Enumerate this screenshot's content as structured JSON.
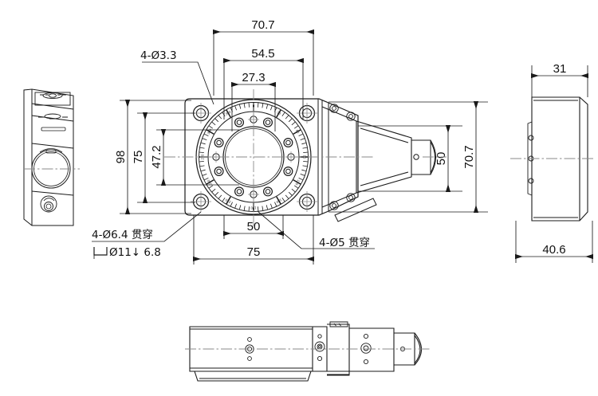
{
  "drawing": {
    "title": "Motorized Rotary Stage Orthographic Drawing",
    "background": "#ffffff",
    "line_color": "#1a1a1a",
    "centerline_color": "#8a8a8a",
    "units": "mm"
  },
  "dimensions": {
    "top_outer": "70.7",
    "top_mid": "54.5",
    "top_inner": "27.3",
    "left_outer": "98",
    "left_mid": "75",
    "left_inner": "47.2",
    "bottom_inner": "50",
    "bottom_outer": "75",
    "right_inner": "50",
    "right_outer": "70.7",
    "side_top": "31",
    "side_bottom": "40.6"
  },
  "callouts": {
    "top_left": "4-Ø3.3",
    "bottom_left_line1": "4-Ø6.4 贯穿",
    "bottom_left_line2_sym": "⌴",
    "bottom_left_line2": "Ø11↓ 6.8",
    "bottom_right": "4-Ø5 贯穿"
  },
  "views": {
    "left_view": "side-elevation-left",
    "main_view": "top-plan-view",
    "right_view": "side-elevation-right",
    "bottom_view": "front-elevation"
  },
  "scale_ring": {
    "label": "graduated-degree-dial",
    "tick_count": 72,
    "major_every": 6
  }
}
